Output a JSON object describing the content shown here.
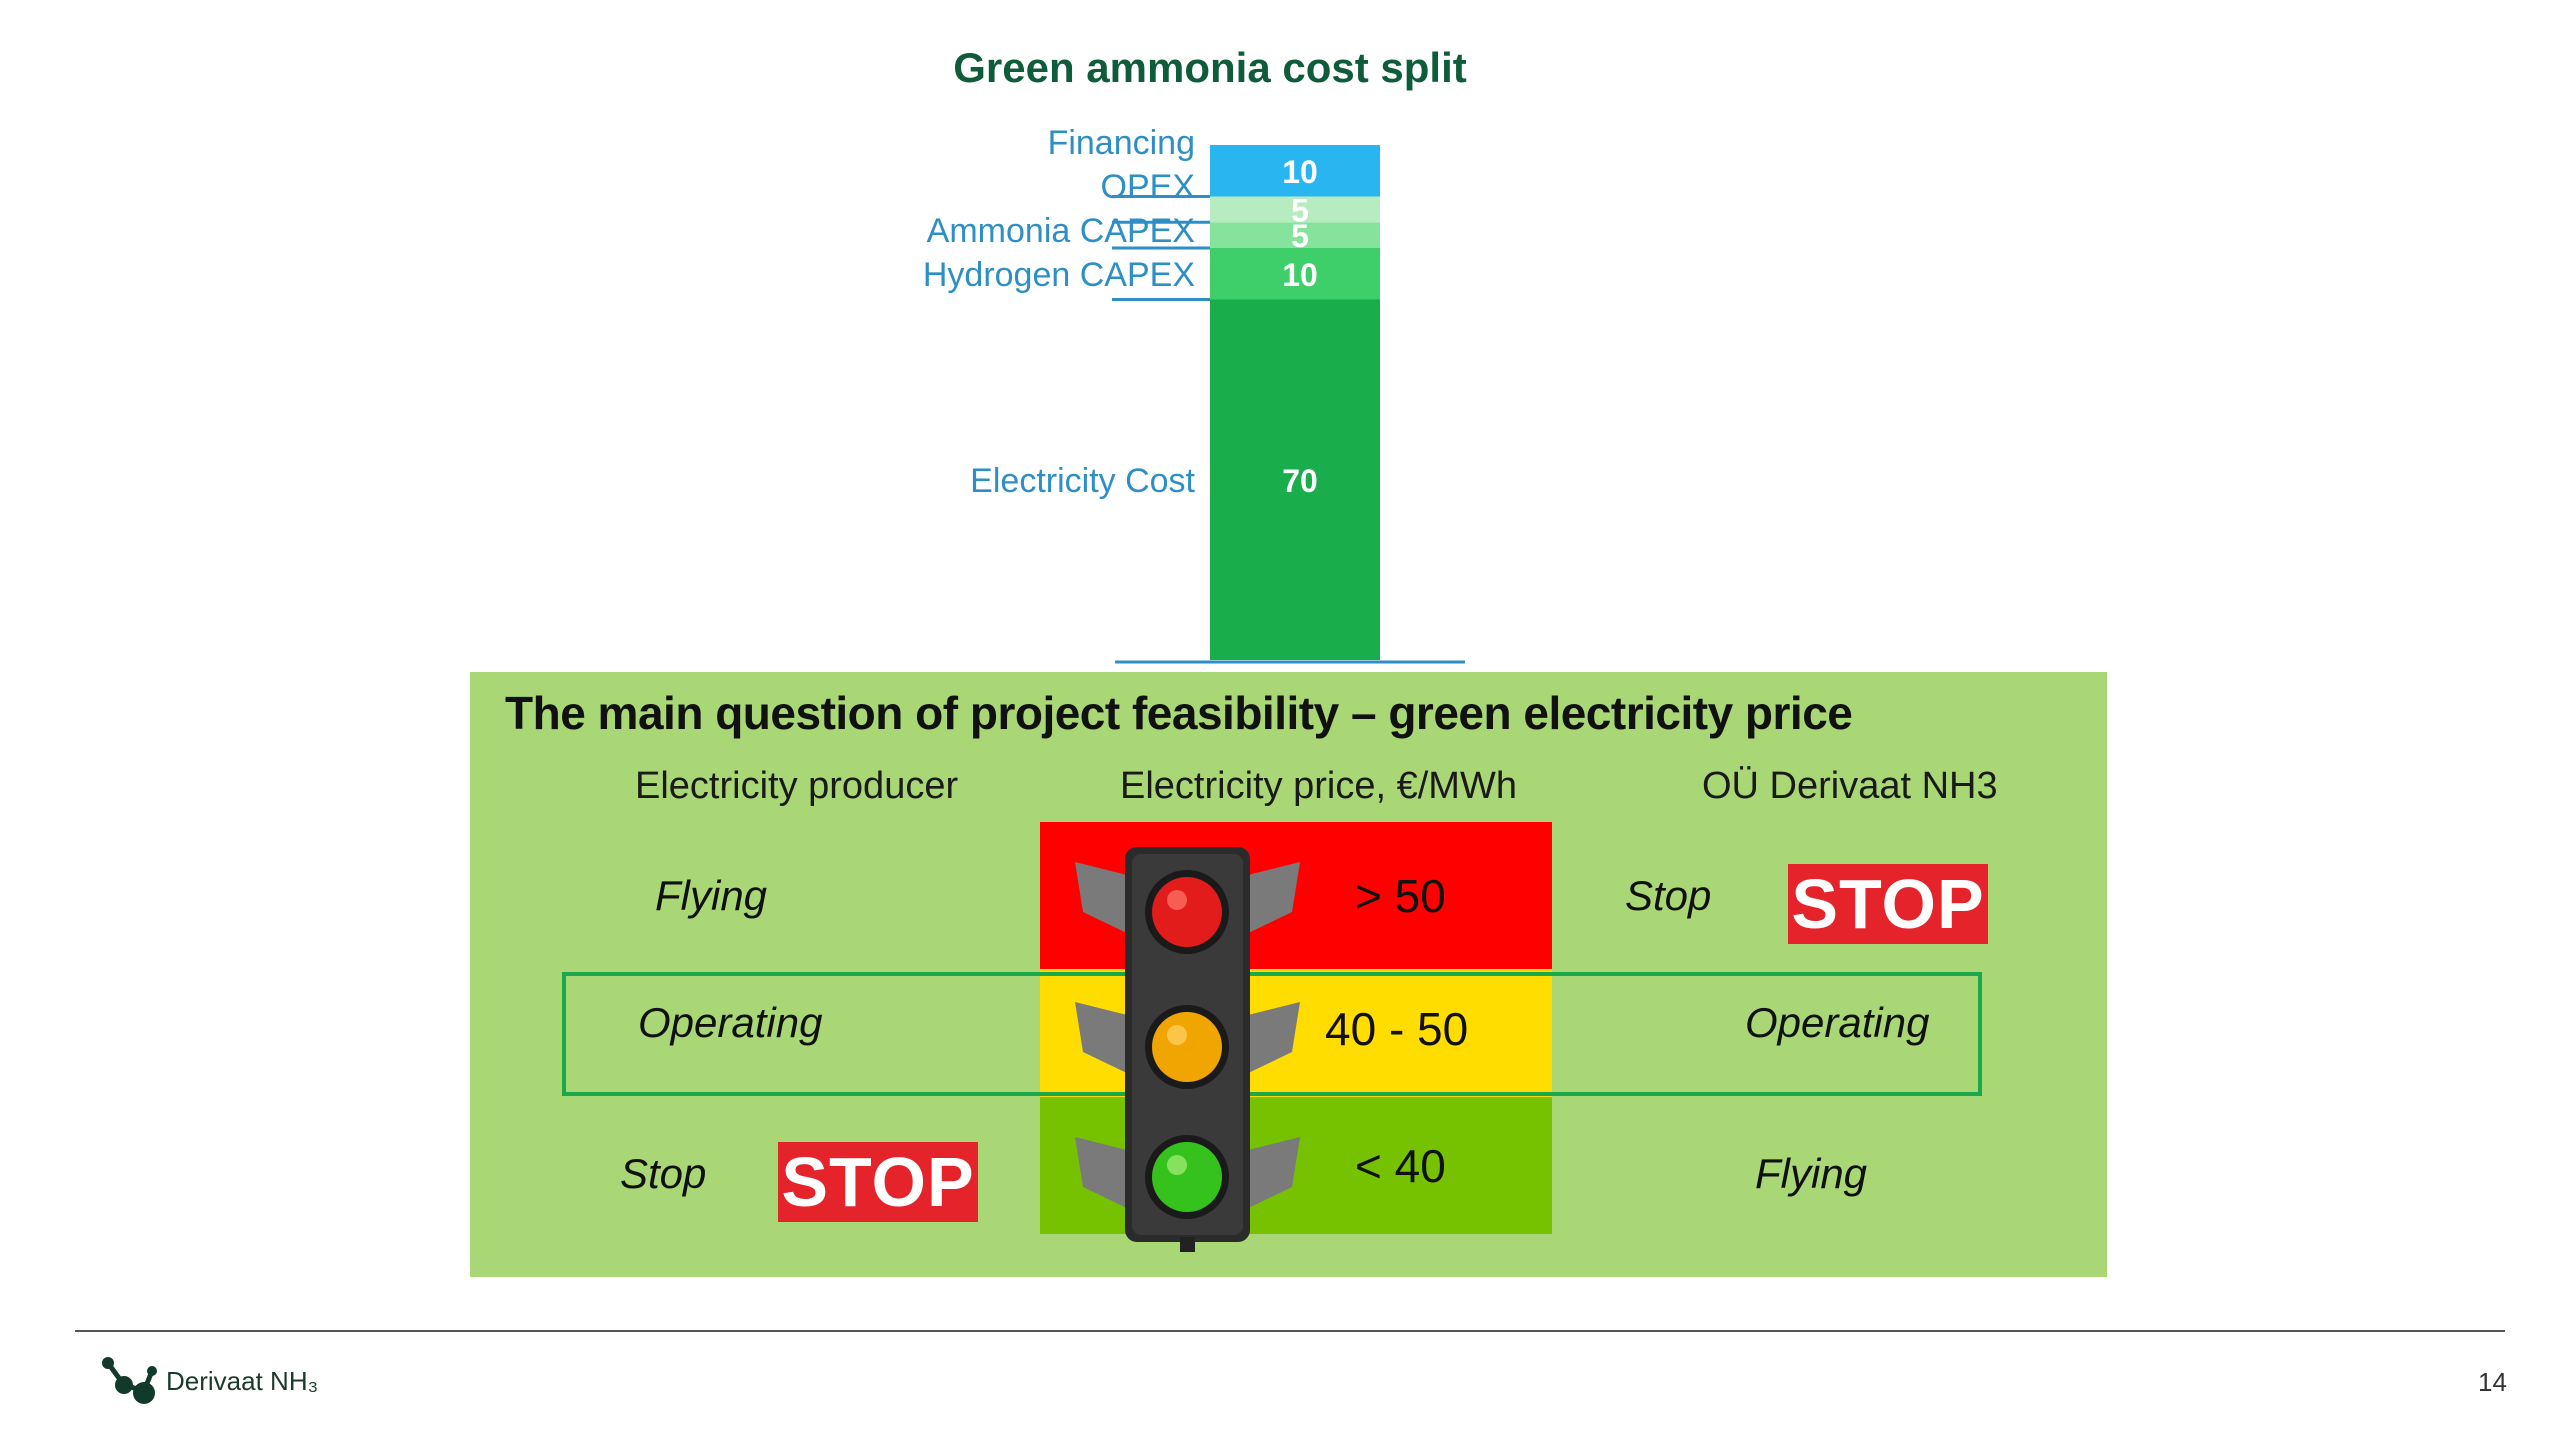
{
  "chart_data": {
    "type": "bar",
    "title": "Green ammonia cost split",
    "stacked": true,
    "categories": [
      ""
    ],
    "series": [
      {
        "name": "Electricity Cost",
        "values": [
          70
        ],
        "color": "#1aad4b"
      },
      {
        "name": "Hydrogen CAPEX",
        "values": [
          10
        ],
        "color": "#3fcf6a"
      },
      {
        "name": "Ammonia CAPEX",
        "values": [
          5
        ],
        "color": "#86e39c"
      },
      {
        "name": "OPEX",
        "values": [
          5
        ],
        "color": "#b6ecc0"
      },
      {
        "name": "Financing",
        "values": [
          10
        ],
        "color": "#29b5f0"
      }
    ],
    "label_color": "#2e8fc6",
    "grid": false
  },
  "panel": {
    "title": "The main question of project feasibility – green electricity price",
    "headers": {
      "producer": "Electricity producer",
      "price": "Electricity price, €/MWh",
      "company": "OÜ Derivaat NH3"
    },
    "rows": [
      {
        "producer": "Flying",
        "price": "> 50",
        "company": "Stop",
        "color": "#ff0000"
      },
      {
        "producer": "Operating",
        "price": "40 - 50",
        "company": "Operating",
        "color": "#ffdd00"
      },
      {
        "producer": "Stop",
        "price": "< 40",
        "company": "Flying",
        "color": "#77c200"
      }
    ],
    "stop_sign_text": "STOP"
  },
  "footer": {
    "brand": "Derivaat NH₃",
    "page_number": "14"
  }
}
